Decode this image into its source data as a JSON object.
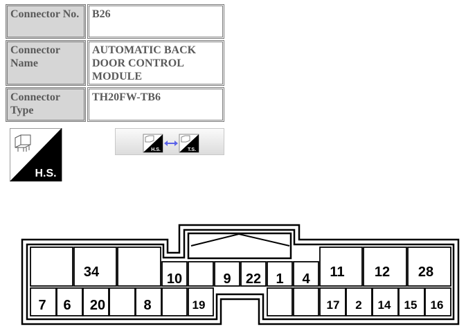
{
  "connector_info": {
    "rows": [
      {
        "label": "Connector No.",
        "value": "B26"
      },
      {
        "label": "Connector Name",
        "value": "AUTOMATIC BACK DOOR CONTROL MODULE"
      },
      {
        "label": "Connector Type",
        "value": "TH20FW-TB6"
      }
    ]
  },
  "icons": {
    "harness_side": "H.S.",
    "switch_from": "H.S.",
    "switch_to": "T.S."
  },
  "connector": {
    "pins": [
      "34",
      "10",
      "9",
      "22",
      "1",
      "4",
      "11",
      "12",
      "28",
      "7",
      "6",
      "20",
      "8",
      "19",
      "17",
      "2",
      "14",
      "15",
      "16"
    ]
  }
}
